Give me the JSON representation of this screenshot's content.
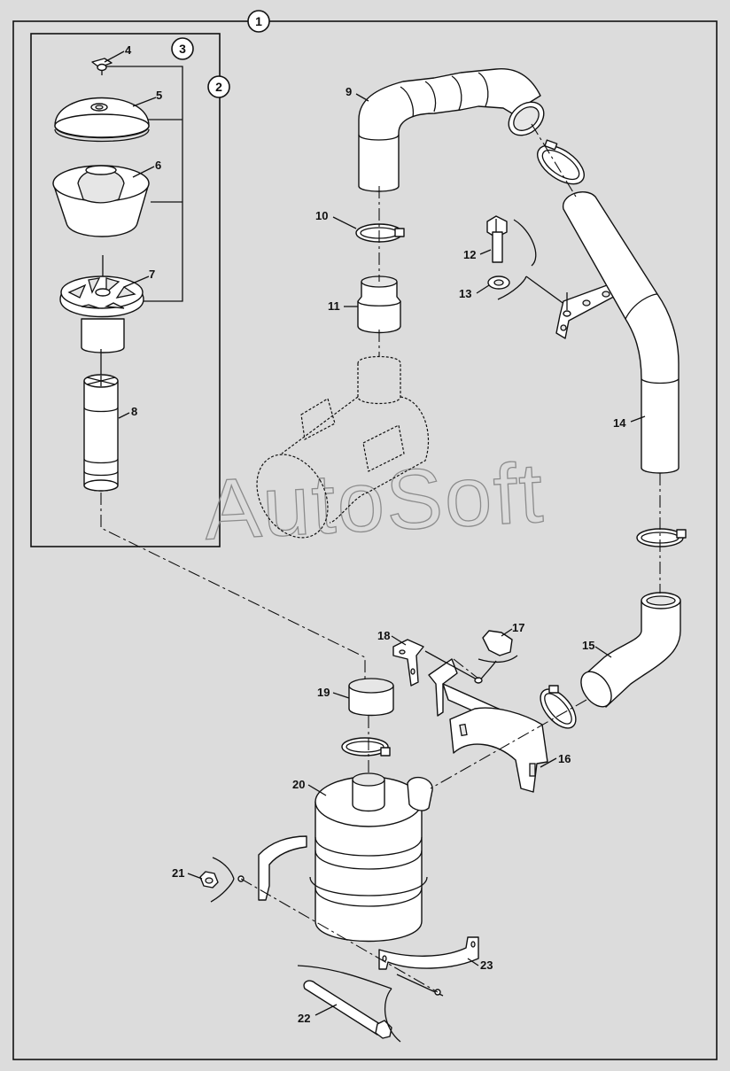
{
  "assembly": {
    "main_callout": "1",
    "filter_kit_callout": "2",
    "element_group_callout": "3"
  },
  "watermark": "AutoSoft",
  "parts": [
    {
      "id": "p4",
      "label": "4"
    },
    {
      "id": "p5",
      "label": "5"
    },
    {
      "id": "p6",
      "label": "6"
    },
    {
      "id": "p7",
      "label": "7"
    },
    {
      "id": "p8",
      "label": "8"
    },
    {
      "id": "p9",
      "label": "9"
    },
    {
      "id": "p10",
      "label": "10"
    },
    {
      "id": "p11",
      "label": "11"
    },
    {
      "id": "p12",
      "label": "12"
    },
    {
      "id": "p13",
      "label": "13"
    },
    {
      "id": "p14",
      "label": "14"
    },
    {
      "id": "p15",
      "label": "15"
    },
    {
      "id": "p16",
      "label": "16"
    },
    {
      "id": "p17",
      "label": "17"
    },
    {
      "id": "p18",
      "label": "18"
    },
    {
      "id": "p19",
      "label": "19"
    },
    {
      "id": "p20",
      "label": "20"
    },
    {
      "id": "p21",
      "label": "21"
    },
    {
      "id": "p22",
      "label": "22"
    },
    {
      "id": "p23",
      "label": "23"
    }
  ]
}
